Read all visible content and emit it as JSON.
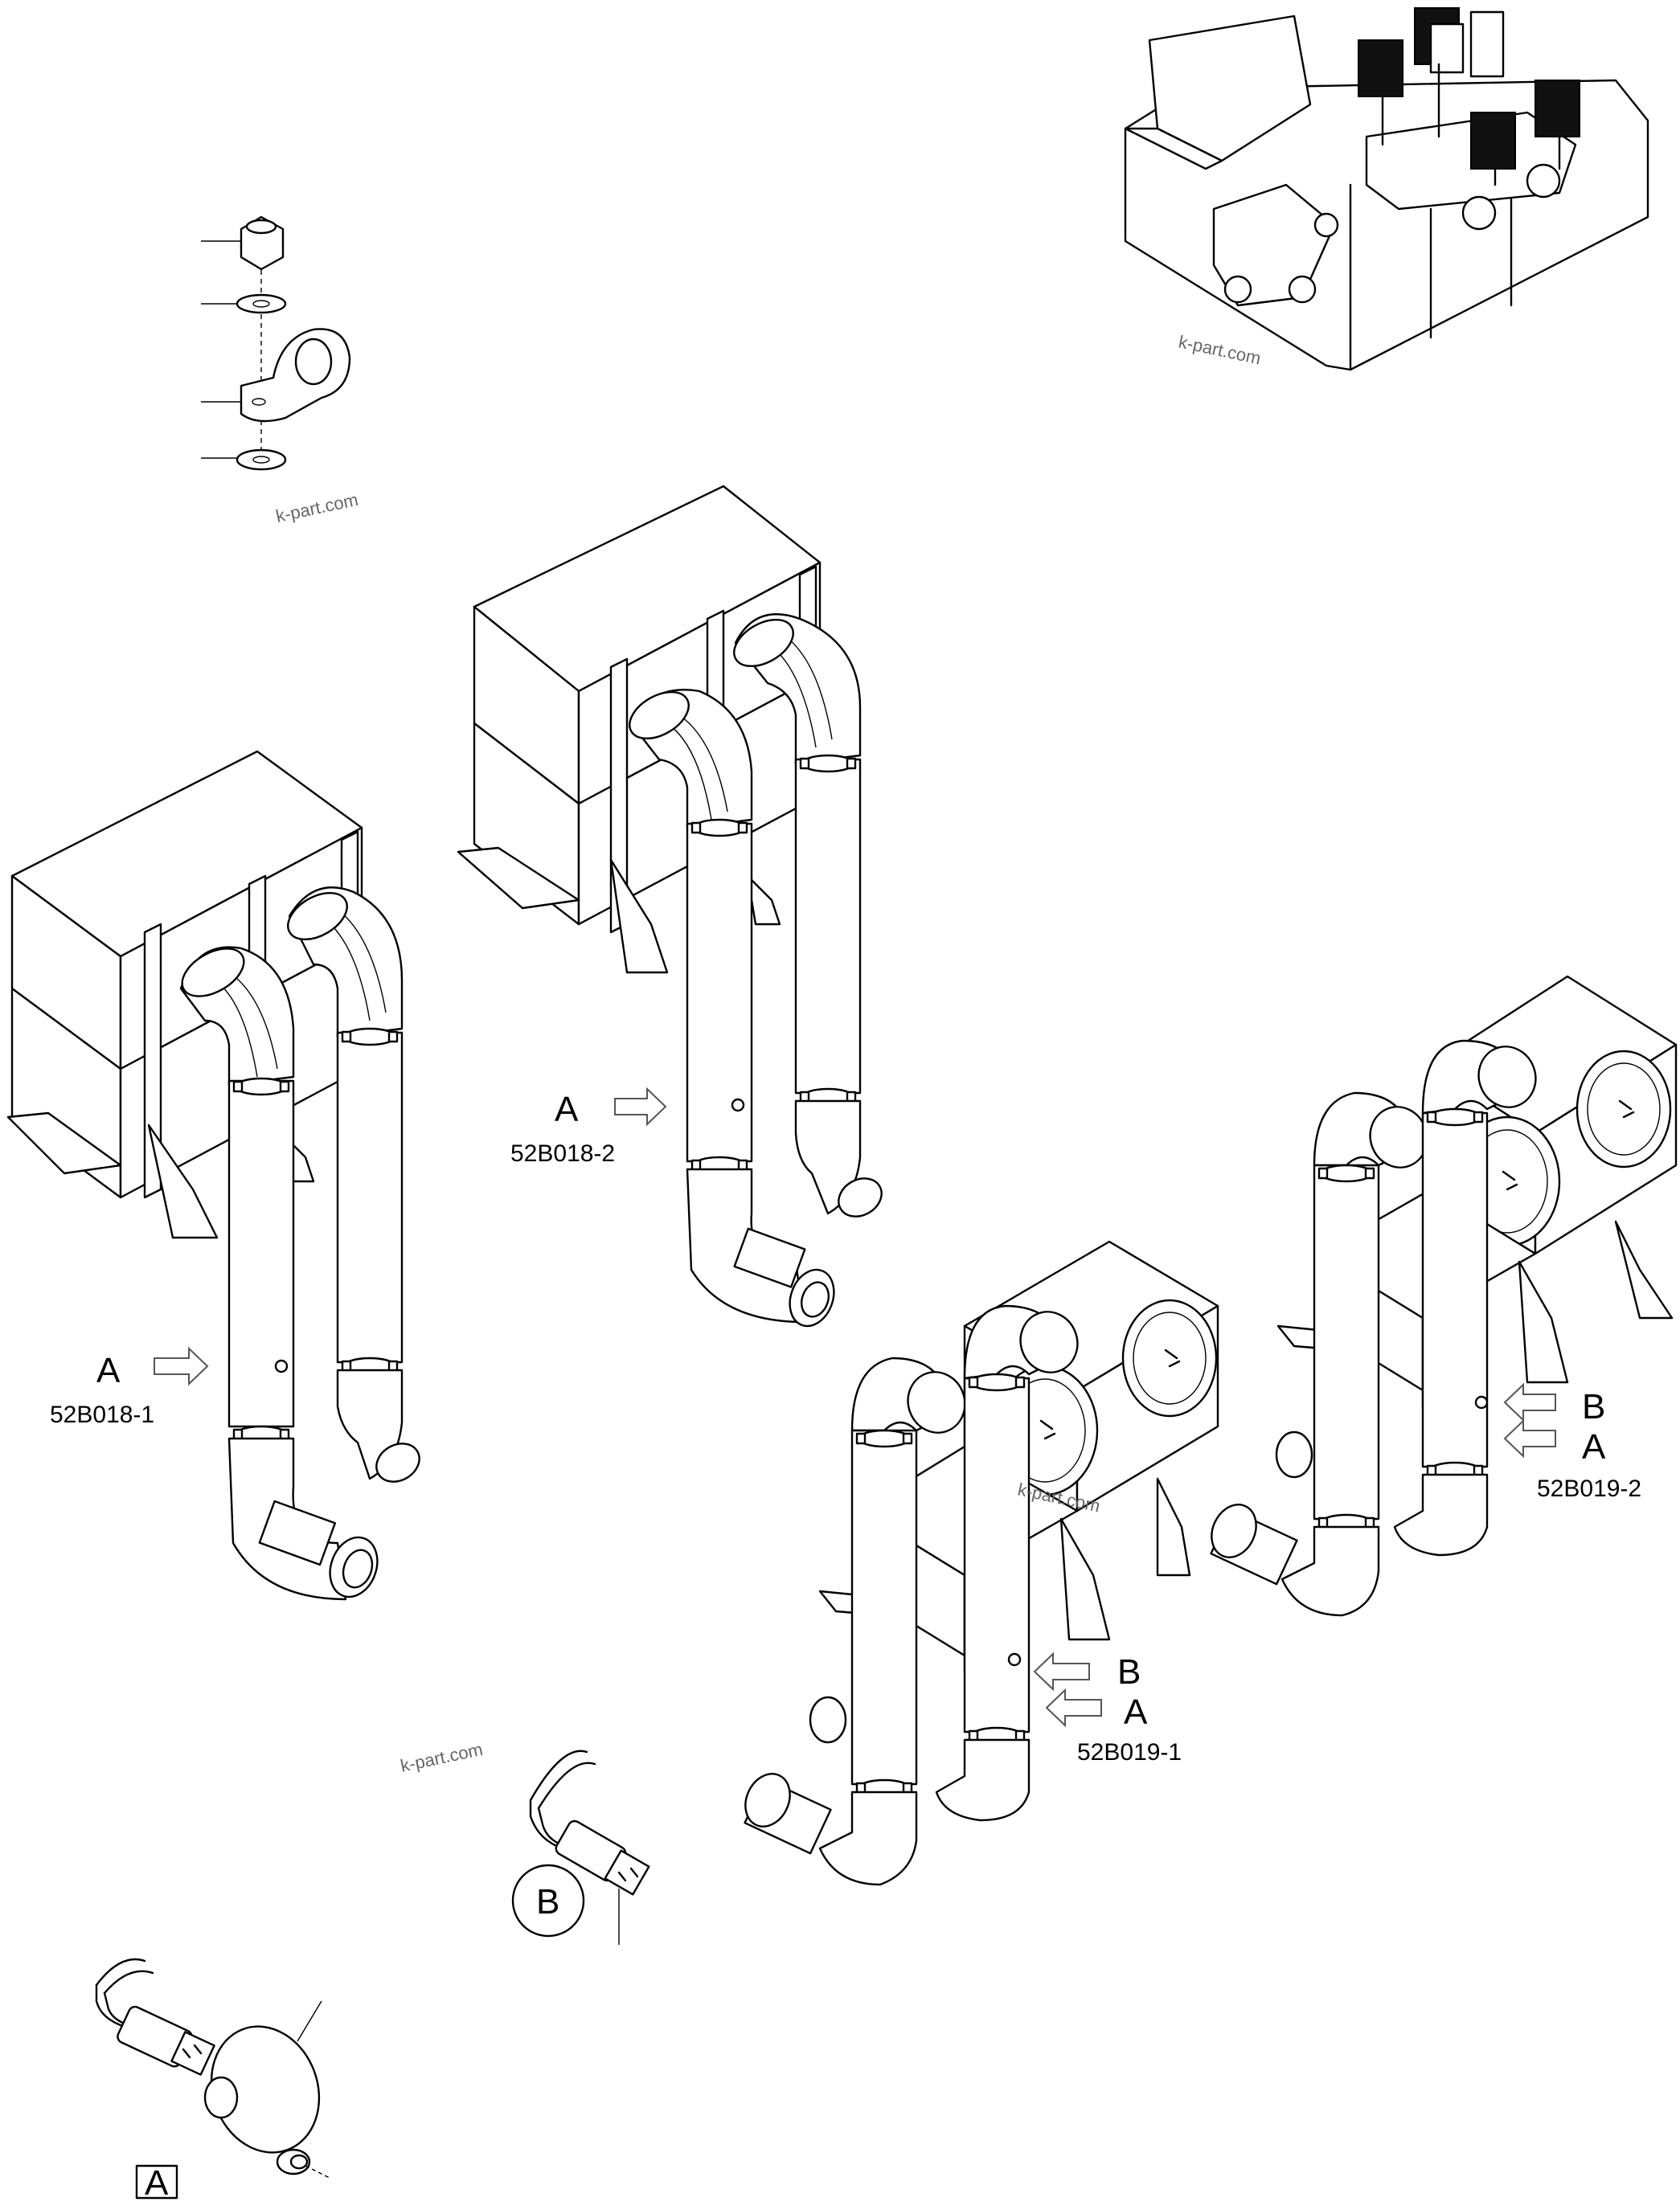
{
  "watermark": "k-part.com",
  "views": {
    "view_1": {
      "letter": "A",
      "code": "52B018-1"
    },
    "view_2": {
      "letter": "A",
      "code": "52B018-2"
    },
    "view_3": {
      "letter_b": "B",
      "letter_a": "A",
      "code": "52B019-1"
    },
    "view_4": {
      "letter_b": "B",
      "letter_a": "A",
      "code": "52B019-2"
    }
  },
  "detail_b": {
    "label": "B"
  },
  "detail_a": {
    "label": "A"
  }
}
